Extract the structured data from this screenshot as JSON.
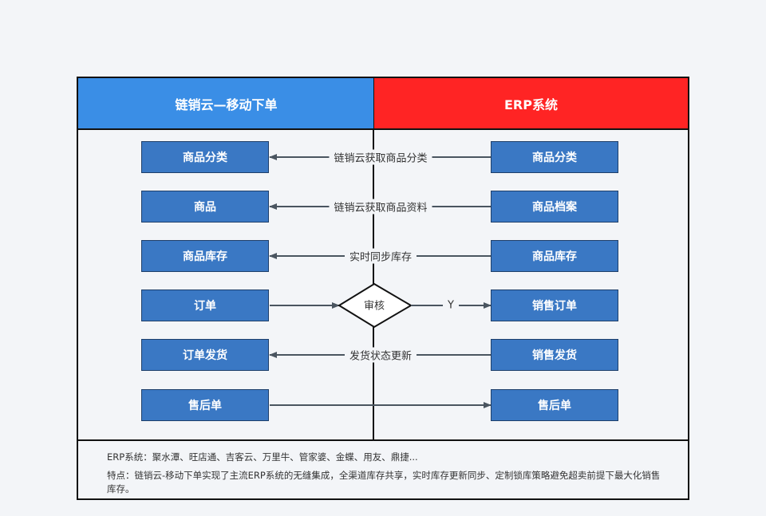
{
  "header": {
    "left_title": "链销云—移动下单",
    "right_title": "ERP系统"
  },
  "left_nodes": [
    "商品分类",
    "商品",
    "商品库存",
    "订单",
    "订单发货",
    "售后单"
  ],
  "right_nodes": [
    "商品分类",
    "商品档案",
    "商品库存",
    "销售订单",
    "销售发货",
    "售后单"
  ],
  "edges": {
    "e1": "链销云获取商品分类",
    "e2": "链销云获取商品资料",
    "e3": "实时同步库存",
    "decision": "审核",
    "decision_yes": "Y",
    "e5": "发货状态更新"
  },
  "footer": {
    "line1": "ERP系统：聚水潭、旺店通、吉客云、万里牛、管家婆、金蝶、用友、鼎捷...",
    "line2": "特点：链销云-移动下单实现了主流ERP系统的无缝集成，全渠道库存共享，实时库存更新同步、定制锁库策略避免超卖前提下最大化销售库存。"
  },
  "colors": {
    "left_header": "#3a8ee6",
    "right_header": "#ff2424",
    "node_fill": "#3a78c4",
    "line": "#4a5560"
  }
}
